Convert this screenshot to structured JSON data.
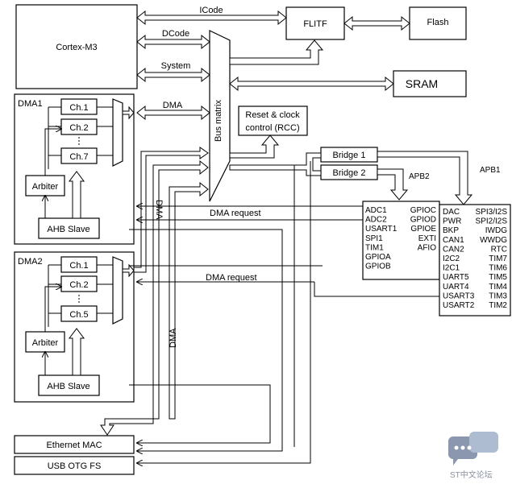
{
  "blocks": {
    "cortex": "Cortex-M3",
    "flitf": "FLITF",
    "flash": "Flash",
    "sram": "SRAM",
    "rcc_line1": "Reset & clock",
    "rcc_line2": "control (RCC)",
    "bus_matrix": "Bus matrix",
    "bridge1": "Bridge  1",
    "bridge2": "Bridge  2",
    "ethernet": "Ethernet MAC",
    "usb": "USB OTG FS"
  },
  "buses": {
    "icode": "ICode",
    "dcode": "DCode",
    "system": "System",
    "dma": "DMA",
    "dma_v1": "DMA",
    "dma_v2": "DMA",
    "apb1": "APB1",
    "apb2": "APB2",
    "dma_request_1": "DMA request",
    "dma_request_2": "DMA request"
  },
  "dma1": {
    "title": "DMA1",
    "channels": [
      "Ch.1",
      "Ch.2",
      "Ch.7"
    ],
    "arbiter": "Arbiter",
    "ahb_slave": "AHB Slave"
  },
  "dma2": {
    "title": "DMA2",
    "channels": [
      "Ch.1",
      "Ch.2",
      "Ch.5"
    ],
    "arbiter": "Arbiter",
    "ahb_slave": "AHB Slave"
  },
  "apb2_periph": {
    "left": [
      "ADC1",
      "ADC2",
      "USART1",
      "SPI1",
      "TIM1",
      "GPIOA",
      "GPIOB"
    ],
    "right": [
      "GPIOC",
      "GPIOD",
      "GPIOE",
      "EXTI",
      "AFIO"
    ]
  },
  "apb1_periph": {
    "left": [
      "DAC",
      "PWR",
      "BKP",
      "CAN1",
      "CAN2",
      "I2C2",
      "I2C1",
      "UART5",
      "UART4",
      "USART3",
      "USART2"
    ],
    "right": [
      "SPI3/I2S",
      "SPI2/I2S",
      "IWDG",
      "WWDG",
      "RTC",
      "TIM7",
      "TIM6",
      "TIM5",
      "TIM4",
      "TIM3",
      "TIM2"
    ]
  },
  "watermark": "ST中文论坛"
}
